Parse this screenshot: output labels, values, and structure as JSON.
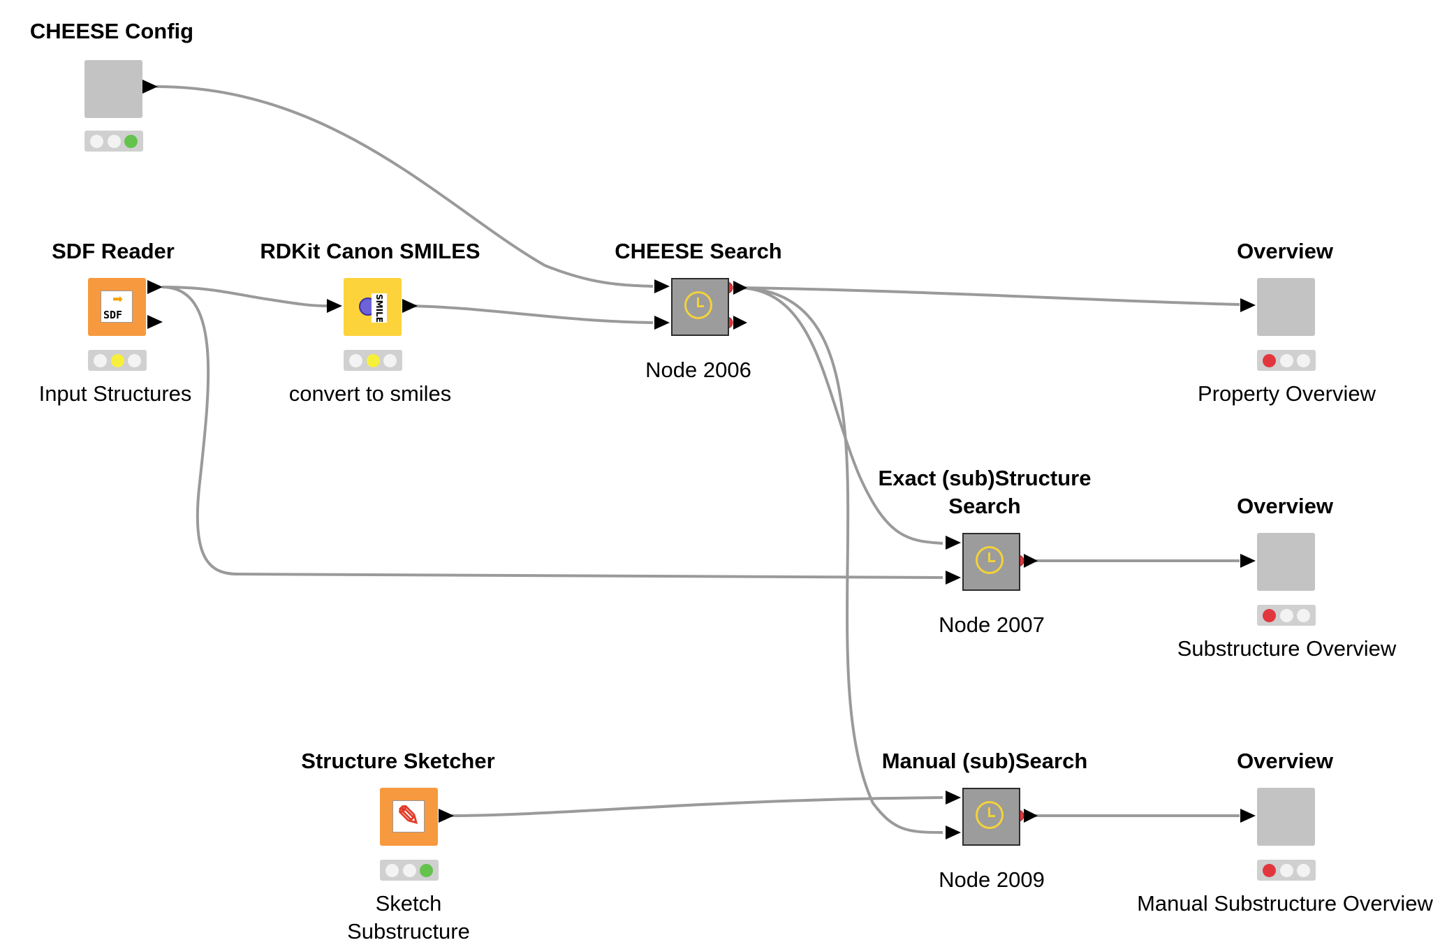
{
  "workflow": {
    "nodes": {
      "cheese_config": {
        "title": "CHEESE Config",
        "caption": "",
        "status": [
          "off",
          "off",
          "green"
        ]
      },
      "sdf_reader": {
        "title": "SDF Reader",
        "caption": "Input Structures",
        "status": [
          "off",
          "yellow",
          "off"
        ]
      },
      "rdkit": {
        "title": "RDKit Canon SMILES",
        "caption": "convert to smiles",
        "status": [
          "off",
          "yellow",
          "off"
        ]
      },
      "cheese_search": {
        "title": "CHEESE Search",
        "caption": "Node 2006"
      },
      "overview_1": {
        "title": "Overview",
        "caption": "Property Overview",
        "status": [
          "red",
          "off",
          "off"
        ]
      },
      "exact_search": {
        "title_line1": "Exact (sub)Structure",
        "title_line2": "Search",
        "caption": "Node 2007"
      },
      "overview_2": {
        "title": "Overview",
        "caption": "Substructure Overview",
        "status": [
          "red",
          "off",
          "off"
        ]
      },
      "sketcher": {
        "title": "Structure Sketcher",
        "caption_line1": "Sketch",
        "caption_line2": "Substructure",
        "status": [
          "off",
          "off",
          "green"
        ]
      },
      "manual_search": {
        "title": "Manual (sub)Search",
        "caption": "Node 2009"
      },
      "overview_3": {
        "title": "Overview",
        "caption": "Manual Substructure Overview",
        "status": [
          "red",
          "off",
          "off"
        ]
      }
    }
  },
  "colors": {
    "wire": "#9a9a9a",
    "port": "#000000",
    "node_gray": "#c3c3c3",
    "node_orange": "#f7993e",
    "node_yellow": "#fcd33b",
    "node_meta": "#9c9c9c",
    "status_green": "#63c34d",
    "status_yellow": "#f7f03a",
    "status_red": "#e2363d"
  },
  "icons": {
    "sdf_reader": "sdf-file-icon",
    "rdkit": "smiles-icon",
    "sketcher": "sketcher-icon",
    "metanode": "clock-icon"
  }
}
